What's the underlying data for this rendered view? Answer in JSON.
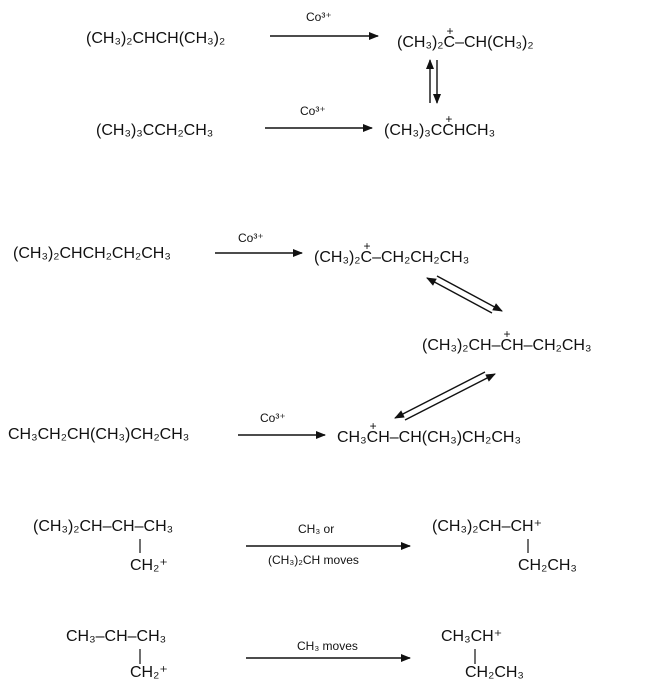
{
  "scheme1": {
    "reactant_a": "(CH₃)₂CHCH(CH₃)₂",
    "reagent_a": "Co³⁺",
    "product_a_left": "(CH₃)₂",
    "product_a_cplus": "C",
    "product_a_right": "–CH(CH₃)₂",
    "reactant_b": "(CH₃)₃CCH₂CH₃",
    "reagent_b": "Co³⁺",
    "product_b_left": "(CH₃)₃C",
    "product_b_cplus": "C",
    "product_b_right": "HCH₃"
  },
  "scheme2": {
    "reactant_a": "(CH₃)₂CHCH₂CH₂CH₃",
    "reagent_a": "Co³⁺",
    "product_a_left": "(CH₃)₂",
    "product_a_cplus": "C",
    "product_a_right": "–CH₂CH₂CH₃",
    "middle_left": "(CH₃)₂CH–",
    "middle_cplus": "C",
    "middle_right": "H–CH₂CH₃",
    "reactant_b": "CH₃CH₂CH(CH₃)CH₂CH₃",
    "reagent_b": "Co³⁺",
    "product_b_left": "CH₃",
    "product_b_cplus": "C",
    "product_b_right": "H–CH(CH₃)CH₂CH₃"
  },
  "scheme3": {
    "reactant_main": "(CH₃)₂CH–CH–CH₃",
    "reactant_sub": "CH₂⁺",
    "reagent_top": "CH₃ or",
    "reagent_bottom": "(CH₃)₂CH moves",
    "product_main": "(CH₃)₂CH–CH⁺",
    "product_sub": "CH₂CH₃"
  },
  "scheme4": {
    "reactant_main": "CH₃–CH–CH₃",
    "reactant_sub": "CH₂⁺",
    "reagent": "CH₃ moves",
    "product_main": "CH₃CH⁺",
    "product_sub": "CH₂CH₃"
  },
  "plus_sign": "+"
}
